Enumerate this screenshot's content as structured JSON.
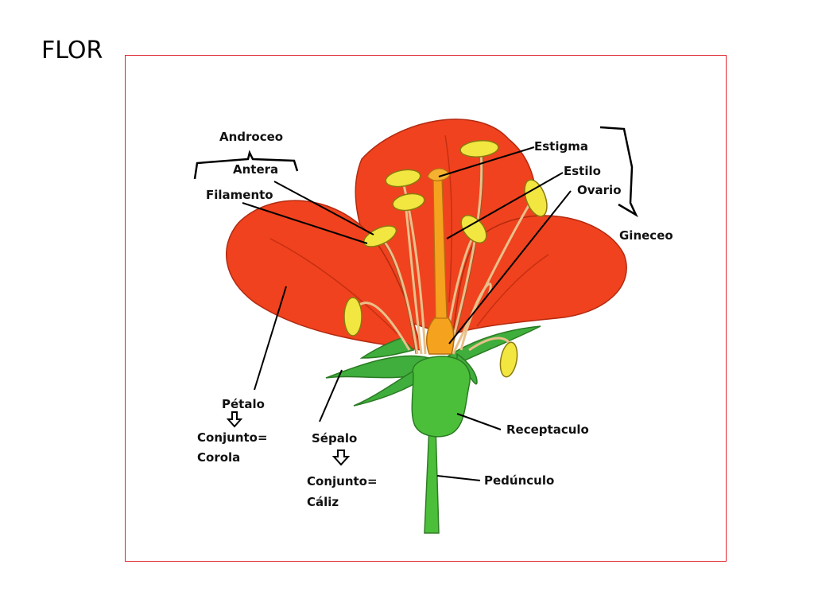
{
  "title": "FLOR",
  "labels": {
    "androceo": "Androceo",
    "antera": "Antera",
    "filamento": "Filamento",
    "estigma": "Estigma",
    "estilo": "Estilo",
    "ovario": "Ovario",
    "gineceo": "Gineceo",
    "petalo": "Pétalo",
    "petalo_conjunto_1": "Conjunto=",
    "petalo_conjunto_2": "Corola",
    "sepalo": "Sépalo",
    "sepalo_conjunto_1": "Conjunto=",
    "sepalo_conjunto_2": "Cáliz",
    "receptaculo": "Receptaculo",
    "pedunculo": "Pedúnculo"
  },
  "colors": {
    "frame": "#e0242a",
    "petal": "#f0421e",
    "petal_dark": "#c62f12",
    "anther": "#f2e640",
    "filament": "#e8c08a",
    "pistil": "#f5a21e",
    "sepal": "#3fae3c",
    "stem": "#4cbf3a"
  }
}
